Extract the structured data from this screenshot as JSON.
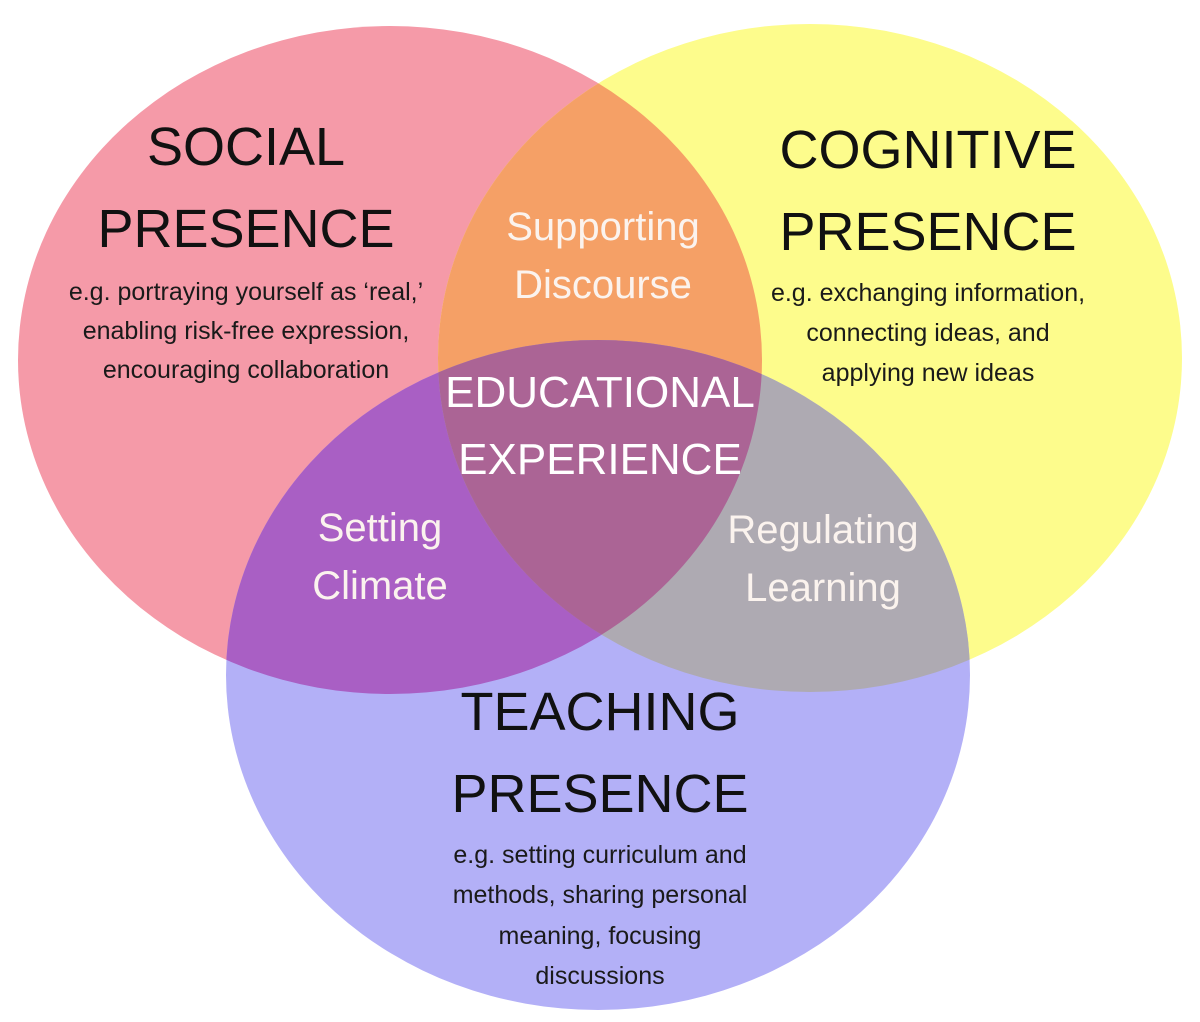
{
  "colors": {
    "social": "#f59aa8",
    "cognitive": "#fdfc8c",
    "teaching": "#b3b0f7",
    "social_cognitive": "#f5a066",
    "social_teaching": "#a95fc4",
    "cognitive_teaching": "#aeaab2",
    "center": "#ab6495",
    "title_text": "#111111",
    "overlap_text": "#fbf3ee"
  },
  "social": {
    "title": [
      "SOCIAL",
      "PRESENCE"
    ],
    "description": [
      "e.g. portraying yourself as ‘real,’",
      "enabling risk-free expression,",
      "encouraging collaboration"
    ]
  },
  "cognitive": {
    "title": [
      "COGNITIVE",
      "PRESENCE"
    ],
    "description": [
      "e.g. exchanging information,",
      "connecting ideas, and",
      "applying new ideas"
    ]
  },
  "teaching": {
    "title": [
      "TEACHING",
      "PRESENCE"
    ],
    "description": [
      "e.g. setting curriculum and",
      "methods, sharing personal",
      "meaning, focusing",
      "discussions"
    ]
  },
  "overlaps": {
    "social_cognitive": [
      "Supporting",
      "Discourse"
    ],
    "social_teaching": [
      "Setting",
      "Climate"
    ],
    "cognitive_teaching": [
      "Regulating",
      "Learning"
    ]
  },
  "center": [
    "EDUCATIONAL",
    "EXPERIENCE"
  ]
}
